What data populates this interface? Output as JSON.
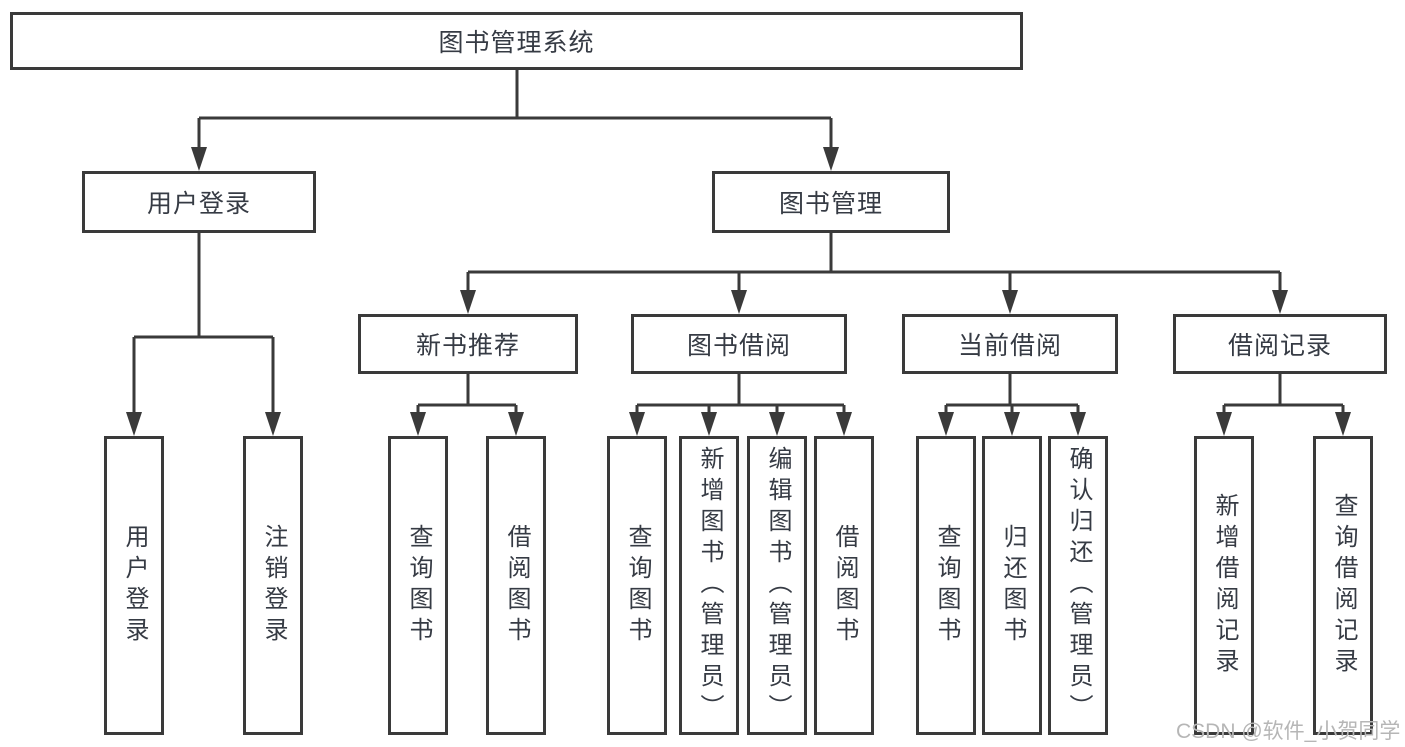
{
  "diagram": {
    "root": {
      "label": "图书管理系统"
    },
    "login": {
      "label": "用户登录",
      "children": [
        "用户登录",
        "注销登录"
      ]
    },
    "manage": {
      "label": "图书管理"
    },
    "recommend": {
      "label": "新书推荐",
      "children": [
        "查询图书",
        "借阅图书"
      ]
    },
    "borrow": {
      "label": "图书借阅",
      "children": [
        "查询图书",
        "新增图书（管理员）",
        "编辑图书（管理员）",
        "借阅图书"
      ]
    },
    "current": {
      "label": "当前借阅",
      "children": [
        "查询图书",
        "归还图书",
        "确认归还（管理员）"
      ]
    },
    "records": {
      "label": "借阅记录",
      "children": [
        "新增借阅记录",
        "查询借阅记录"
      ]
    }
  },
  "watermark": "CSDN @软件_小贺同学",
  "colors": {
    "line": "#3a3a3a",
    "text": "#363b44",
    "watermark_text": "#b6b6b6",
    "background": "#ffffff"
  }
}
